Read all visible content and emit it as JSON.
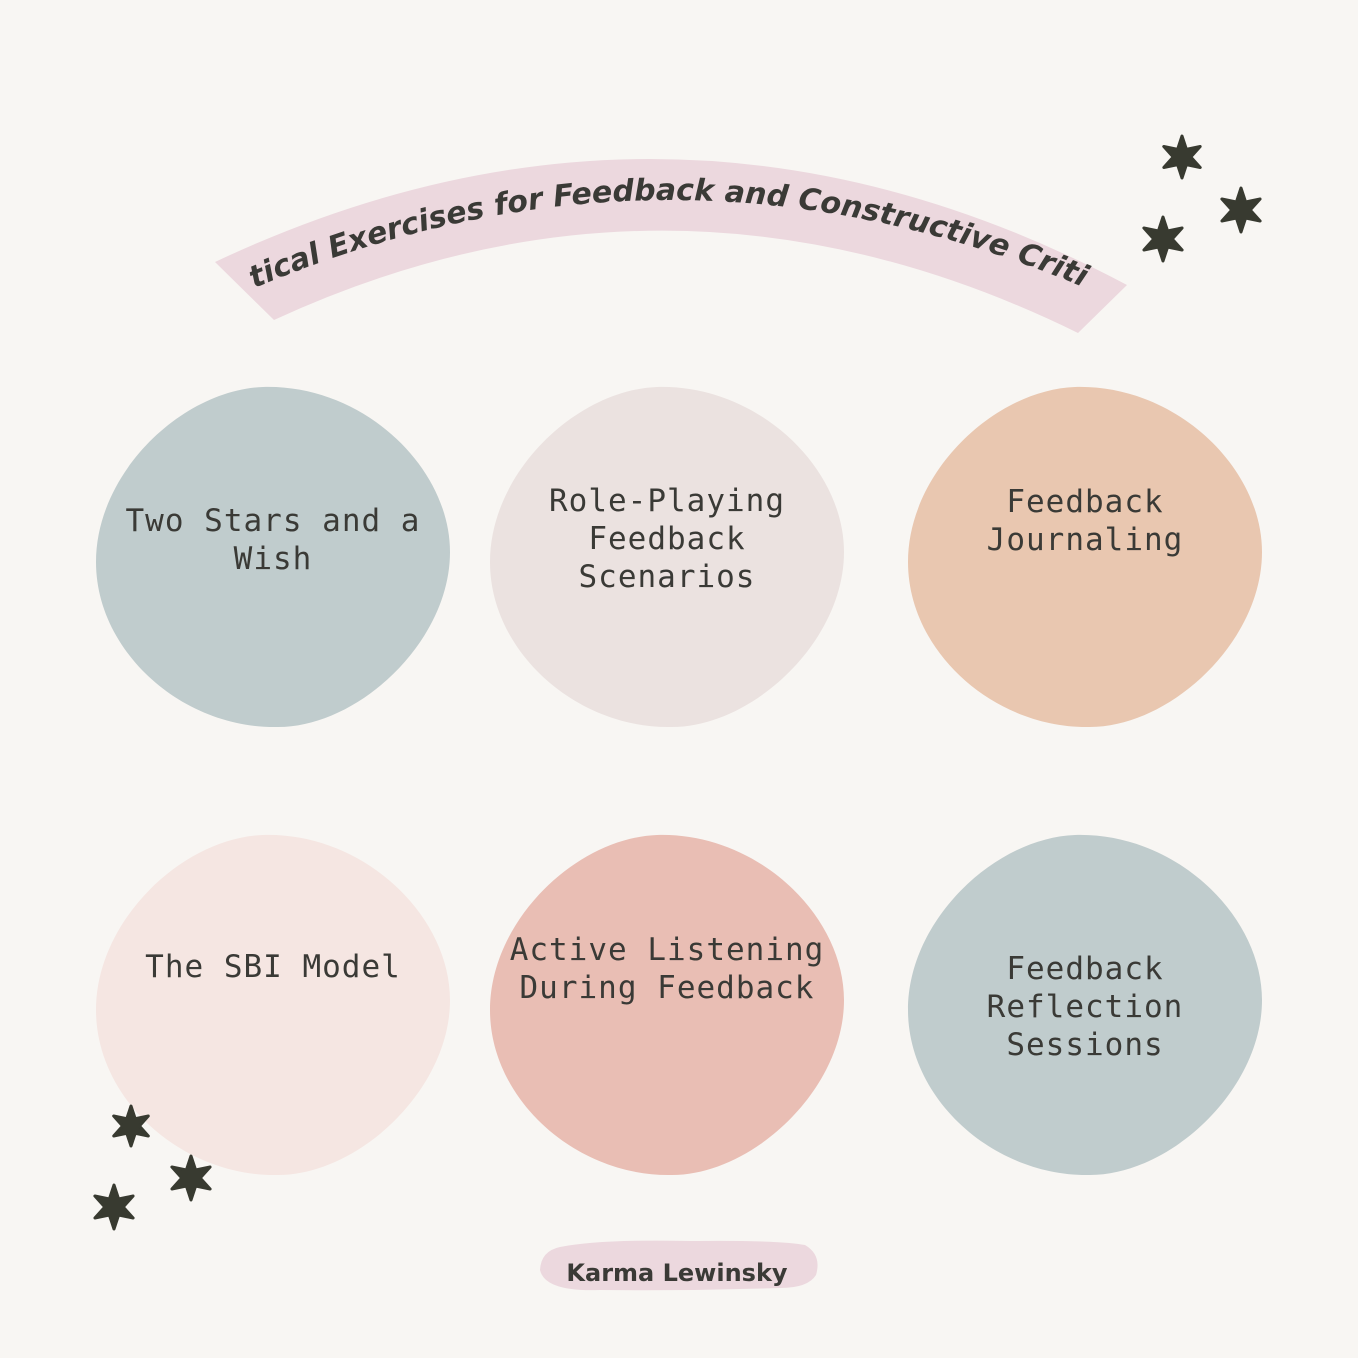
{
  "title": "Practical Exercises for Feedback and Constructive Criticism",
  "author": "Karma Lewinsky",
  "colors": {
    "background": "#f8f6f3",
    "banner": "#ecd8de",
    "text": "#3a3a36",
    "star": "#383a30"
  },
  "exercises": [
    {
      "lines": [
        "Two Stars and a",
        "Wish"
      ],
      "color": "#c0cccd"
    },
    {
      "lines": [
        "Role-Playing",
        "Feedback",
        "Scenarios"
      ],
      "color": "#ebe2e0"
    },
    {
      "lines": [
        "Feedback",
        "Journaling"
      ],
      "color": "#e9c7b0"
    },
    {
      "lines": [
        "The SBI Model"
      ],
      "color": "#f5e6e2"
    },
    {
      "lines": [
        "Active Listening",
        "During Feedback"
      ],
      "color": "#e9beb4"
    },
    {
      "lines": [
        "Feedback",
        "Reflection",
        "Sessions"
      ],
      "color": "#c0cccd"
    }
  ],
  "decorations": {
    "star_icon": "six-point-star-icon"
  }
}
